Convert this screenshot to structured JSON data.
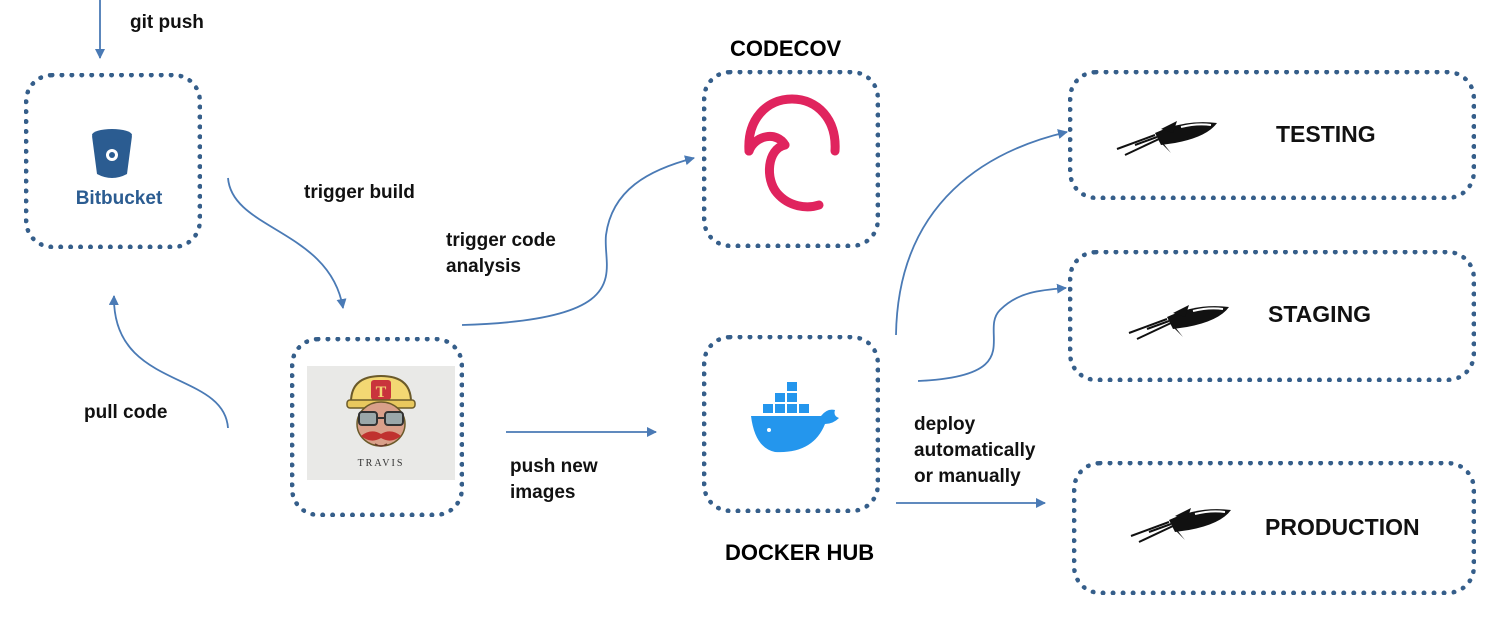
{
  "labels": {
    "git_push": "git push",
    "trigger_build": "trigger build",
    "trigger_code_analysis": "trigger code\nanalysis",
    "pull_code": "pull code",
    "push_new_images": "push new\nimages",
    "deploy": "deploy\nautomatically\nor manually"
  },
  "nodes": {
    "bitbucket": {
      "name": "Bitbucket"
    },
    "travis": {
      "name": "TRAVIS"
    },
    "codecov": {
      "title": "CODECOV"
    },
    "docker": {
      "title": "DOCKER HUB"
    }
  },
  "environments": [
    {
      "name": "TESTING"
    },
    {
      "name": "STAGING"
    },
    {
      "name": "PRODUCTION"
    }
  ],
  "colors": {
    "border": "#355e8a",
    "arrow": "#4a7ab5",
    "bitbucket": "#2b5c91",
    "codecov": "#e0245e",
    "docker": "#2496ed"
  }
}
